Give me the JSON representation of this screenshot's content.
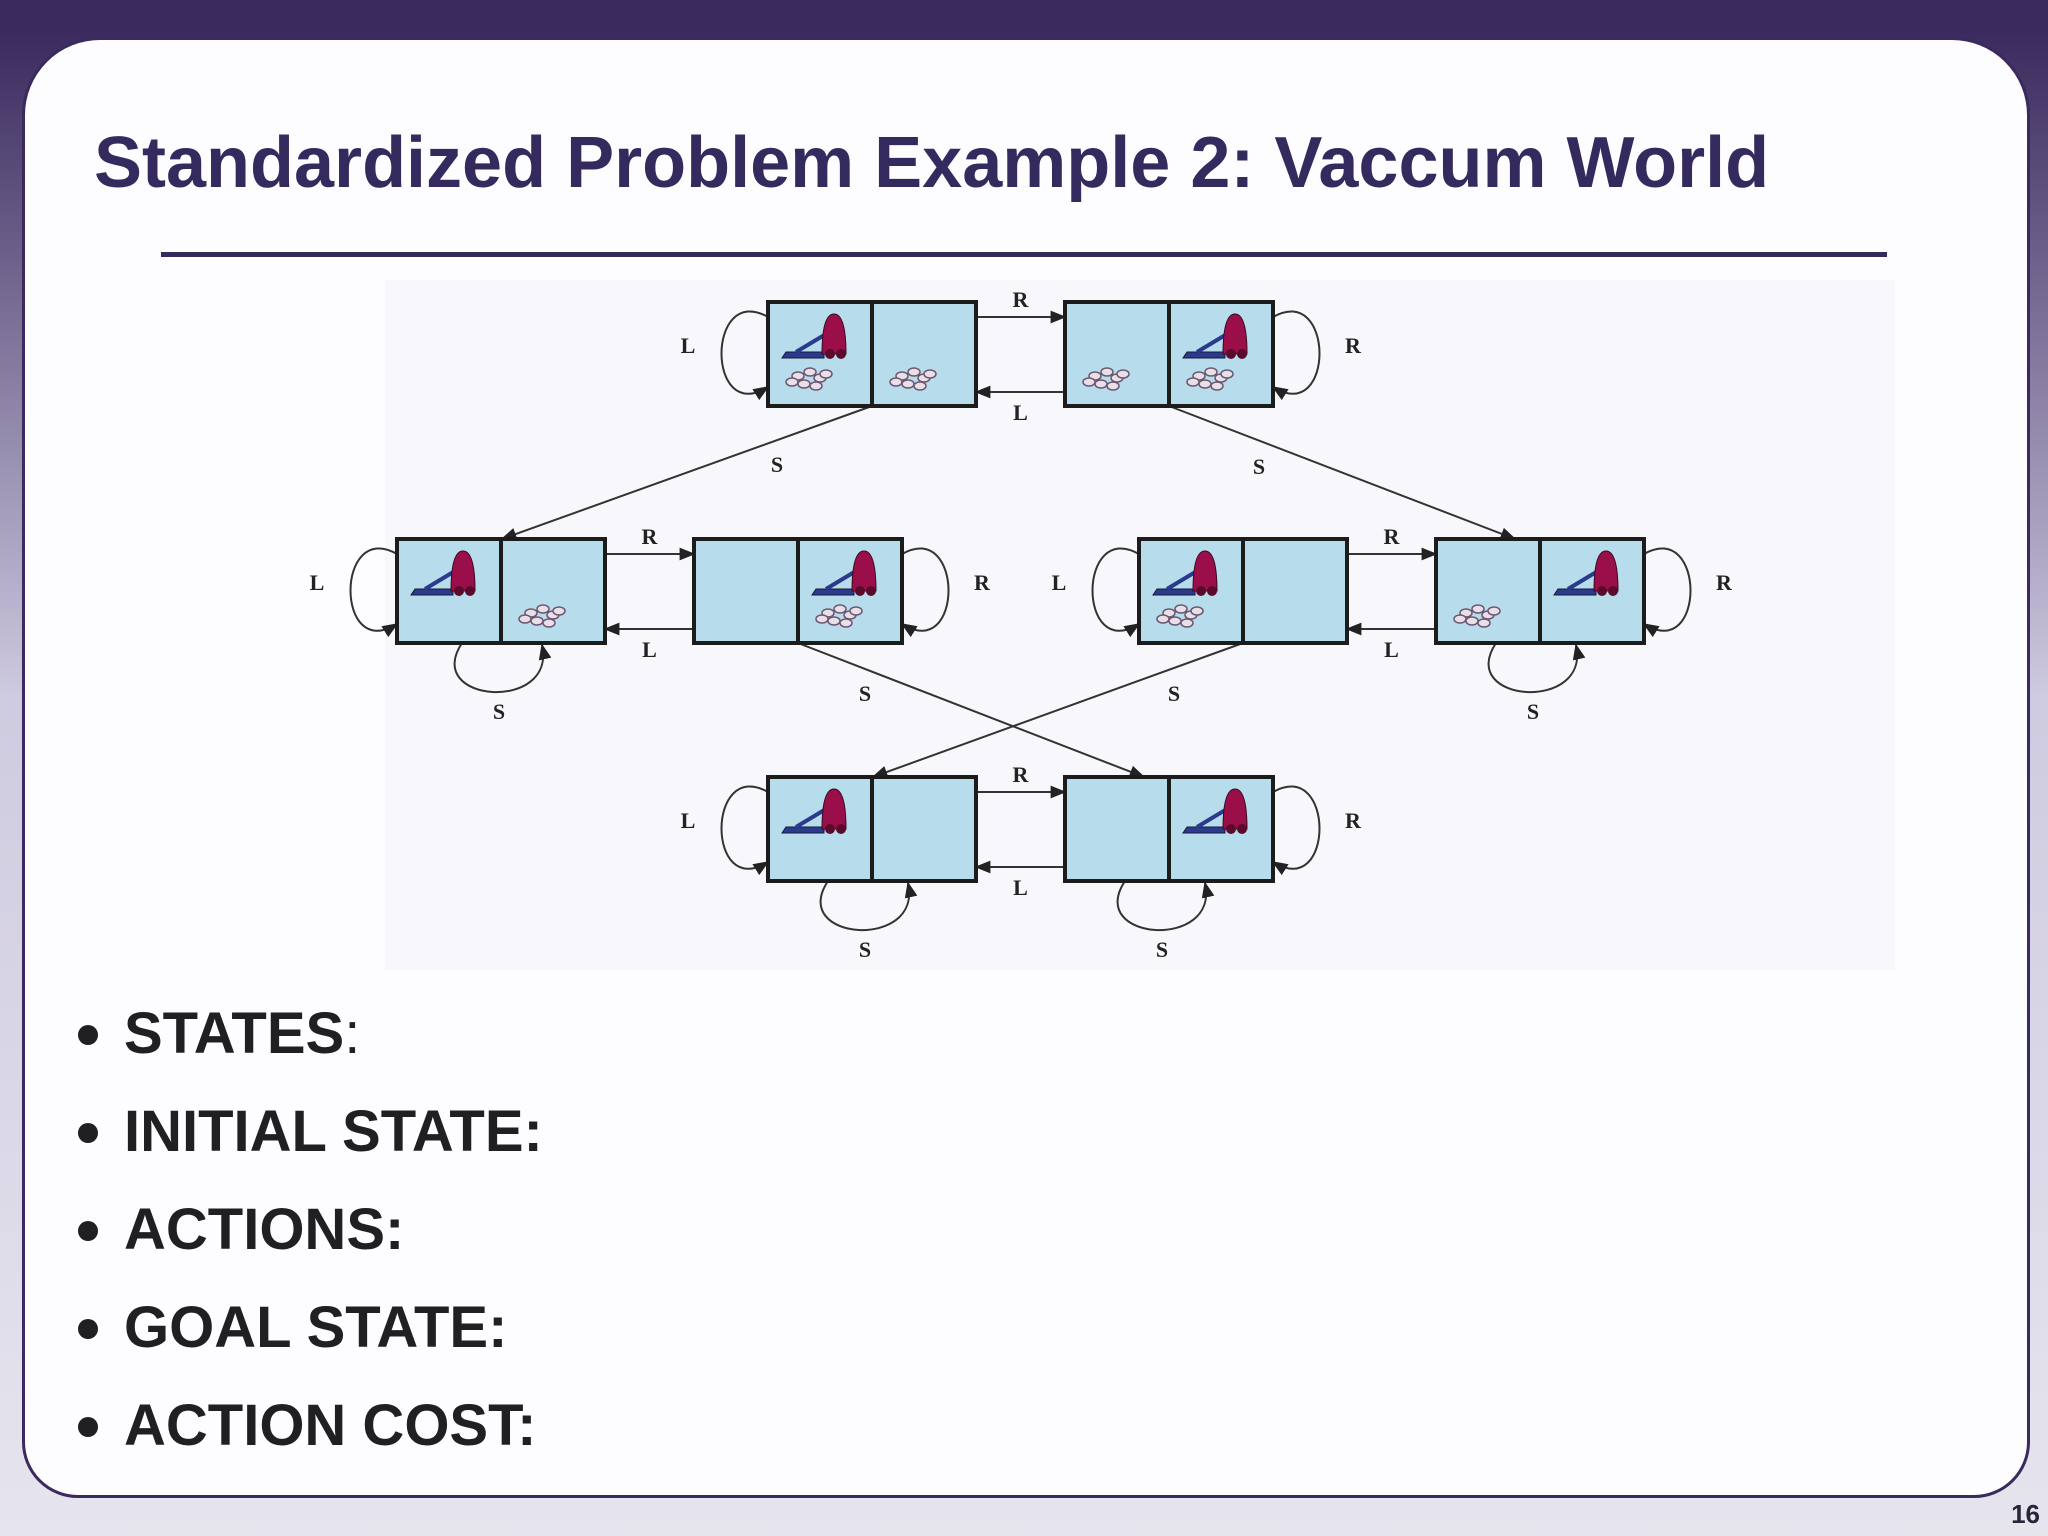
{
  "slide": {
    "title": "Standardized Problem Example 2: Vaccum World",
    "page_number": "16",
    "colors": {
      "header_band": "#3a2a5e",
      "title": "#342a5e",
      "cell_fill": "#b7dcec",
      "vacuum": "#9a0f4a",
      "vacuum_plate": "#2a3a8c",
      "text": "#1f1f24"
    }
  },
  "diagram": {
    "action_labels": {
      "R": "R",
      "L": "L",
      "S": "S"
    },
    "states": [
      {
        "id": "s1",
        "vacuum": "left",
        "dirt_left": true,
        "dirt_right": true
      },
      {
        "id": "s2",
        "vacuum": "right",
        "dirt_left": true,
        "dirt_right": true
      },
      {
        "id": "s3",
        "vacuum": "left",
        "dirt_left": false,
        "dirt_right": true
      },
      {
        "id": "s4",
        "vacuum": "right",
        "dirt_left": false,
        "dirt_right": true
      },
      {
        "id": "s5",
        "vacuum": "left",
        "dirt_left": true,
        "dirt_right": false
      },
      {
        "id": "s6",
        "vacuum": "right",
        "dirt_left": true,
        "dirt_right": false
      },
      {
        "id": "s7",
        "vacuum": "left",
        "dirt_left": false,
        "dirt_right": false
      },
      {
        "id": "s8",
        "vacuum": "right",
        "dirt_left": false,
        "dirt_right": false
      }
    ],
    "transitions": [
      {
        "from": "s1",
        "to": "s2",
        "action": "R"
      },
      {
        "from": "s2",
        "to": "s1",
        "action": "L"
      },
      {
        "from": "s1",
        "to": "s1",
        "action": "L"
      },
      {
        "from": "s2",
        "to": "s2",
        "action": "R"
      },
      {
        "from": "s1",
        "to": "s3",
        "action": "S"
      },
      {
        "from": "s2",
        "to": "s6",
        "action": "S"
      },
      {
        "from": "s3",
        "to": "s4",
        "action": "R"
      },
      {
        "from": "s4",
        "to": "s3",
        "action": "L"
      },
      {
        "from": "s3",
        "to": "s3",
        "action": "L"
      },
      {
        "from": "s3",
        "to": "s3",
        "action": "S"
      },
      {
        "from": "s4",
        "to": "s4",
        "action": "R"
      },
      {
        "from": "s5",
        "to": "s6",
        "action": "R"
      },
      {
        "from": "s6",
        "to": "s5",
        "action": "L"
      },
      {
        "from": "s5",
        "to": "s5",
        "action": "L"
      },
      {
        "from": "s6",
        "to": "s6",
        "action": "R"
      },
      {
        "from": "s6",
        "to": "s6",
        "action": "S"
      },
      {
        "from": "s4",
        "to": "s8",
        "action": "S"
      },
      {
        "from": "s5",
        "to": "s7",
        "action": "S"
      },
      {
        "from": "s7",
        "to": "s8",
        "action": "R"
      },
      {
        "from": "s8",
        "to": "s7",
        "action": "L"
      },
      {
        "from": "s7",
        "to": "s7",
        "action": "L"
      },
      {
        "from": "s7",
        "to": "s7",
        "action": "S"
      },
      {
        "from": "s8",
        "to": "s8",
        "action": "R"
      },
      {
        "from": "s8",
        "to": "s8",
        "action": "S"
      }
    ]
  },
  "bullets": [
    {
      "label": "STATES",
      "colon": ":"
    },
    {
      "label": "INITIAL STATE:",
      "colon": ""
    },
    {
      "label": "ACTIONS:",
      "colon": ""
    },
    {
      "label": "GOAL STATE:",
      "colon": ""
    },
    {
      "label": "ACTION COST:",
      "colon": ""
    }
  ]
}
